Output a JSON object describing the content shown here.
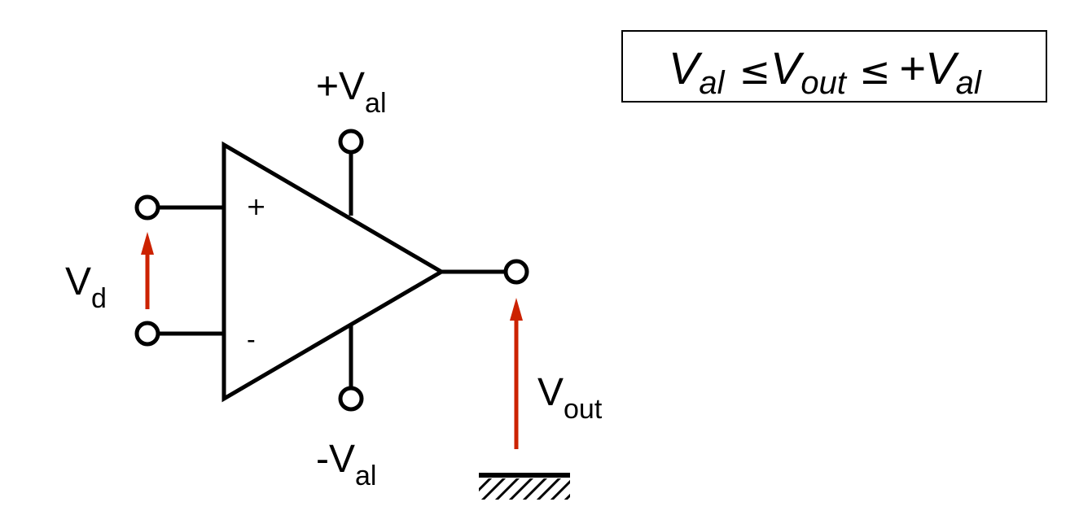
{
  "labels": {
    "pos_supply_prefix": "+V",
    "neg_supply_prefix": "-V",
    "supply_sub": "al",
    "differential_main": "V",
    "differential_sub": "d",
    "output_main": "V",
    "output_sub": "out",
    "plus_input": "+",
    "minus_input": "-"
  },
  "formula": {
    "left_main": "V",
    "left_sub": "al",
    "leq1": "≤",
    "mid_main": "V",
    "mid_sub": "out",
    "leq2": "≤",
    "right_prefix": "+V",
    "right_sub": "al"
  },
  "colors": {
    "line": "#000000",
    "arrow": "#cc2200"
  }
}
